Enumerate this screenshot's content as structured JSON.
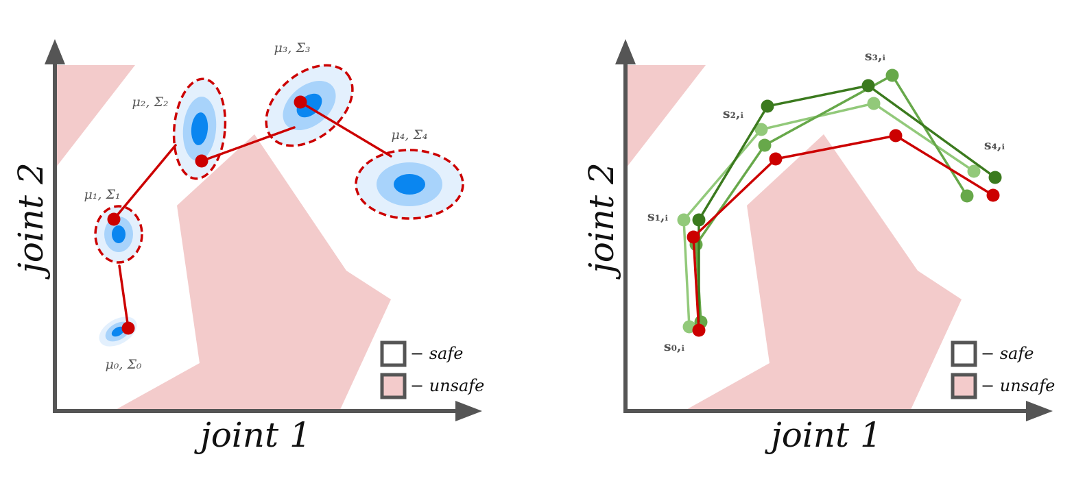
{
  "colors": {
    "axis": "#555555",
    "unsafe": "#f3cbcb",
    "gauss_outer": "#e3f0fd",
    "gauss_mid": "#a8d3fb",
    "gauss_inner": "#0a86f0",
    "boundary": "#cc0000",
    "mean_path": "#cc0000",
    "sample_dark": "#3b7a1e",
    "sample_mid": "#67a84a",
    "sample_light": "#92c97a"
  },
  "left_panel": {
    "xlabel": "joint 1",
    "ylabel": "joint 2",
    "annotations": [
      "μ₀, Σ₀",
      "μ₁, Σ₁",
      "μ₂, Σ₂",
      "μ₃, Σ₃",
      "μ₄, Σ₄"
    ],
    "legend": {
      "safe": "− safe",
      "unsafe": "− unsafe"
    }
  },
  "right_panel": {
    "xlabel": "joint 1",
    "ylabel": "joint 2",
    "annotations": [
      "s₀,ᵢ",
      "s₁,ᵢ",
      "s₂,ᵢ",
      "s₃,ᵢ",
      "s₄,ᵢ"
    ],
    "legend": {
      "safe": "− safe",
      "unsafe": "− unsafe"
    }
  }
}
